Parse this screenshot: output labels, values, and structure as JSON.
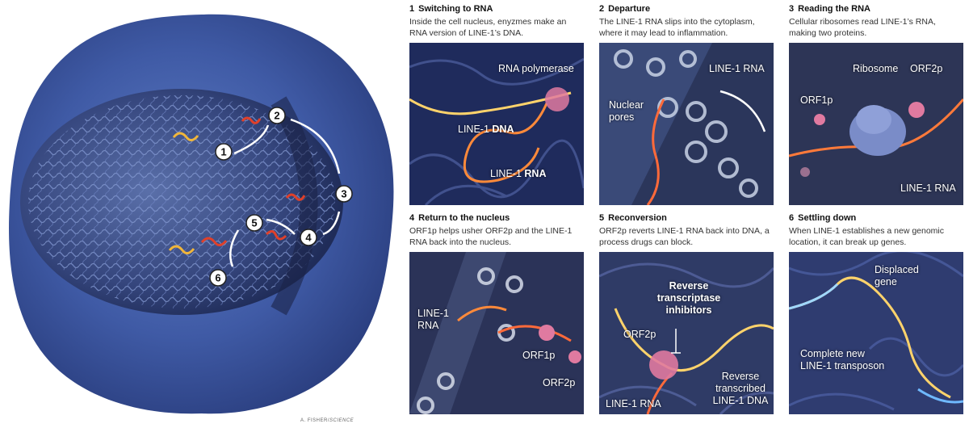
{
  "credit": {
    "author": "A. FISHER/",
    "source": "SCIENCE"
  },
  "cell_steps": [
    "1",
    "2",
    "3",
    "4",
    "5",
    "6"
  ],
  "panels": [
    {
      "num": "1",
      "title": "Switching to RNA",
      "desc": "Inside the cell nucleus, enyzmes make an RNA version of LINE-1’s DNA.",
      "labels": {
        "polymerase": "RNA polymerase",
        "dna_pre": "LINE-1 ",
        "dna_bold": "DNA",
        "rna_pre": "LINE-1 ",
        "rna_bold": "RNA"
      }
    },
    {
      "num": "2",
      "title": "Departure",
      "desc": "The LINE-1 RNA slips into the cytoplasm, where it may lead to inflammation.",
      "labels": {
        "rna": "LINE-1 RNA",
        "pores_1": "Nuclear",
        "pores_2": "pores"
      }
    },
    {
      "num": "3",
      "title": "Reading the RNA",
      "desc": "Cellular ribosomes read LINE-1’s RNA, making two proteins.",
      "labels": {
        "ribosome": "Ribosome",
        "orf2p": "ORF2p",
        "orf1p": "ORF1p",
        "rna": "LINE-1 RNA"
      }
    },
    {
      "num": "4",
      "title": "Return to the nucleus",
      "desc": "ORF1p helps usher ORF2p and the LINE-1 RNA back into the nucleus.",
      "labels": {
        "rna_1": "LINE-1",
        "rna_2": "RNA",
        "orf1p": "ORF1p",
        "orf2p": "ORF2p"
      }
    },
    {
      "num": "5",
      "title": "Reconversion",
      "desc": "ORF2p reverts LINE-1 RNA back into DNA, a process drugs can block.",
      "labels": {
        "inhib_1": "Reverse",
        "inhib_2": "transcriptase",
        "inhib_3": "inhibitors",
        "orf2p": "ORF2p",
        "rt_1": "Reverse",
        "rt_2": "transcribed",
        "rt_3": "LINE-1 DNA",
        "rna": "LINE-1 RNA"
      }
    },
    {
      "num": "6",
      "title": "Settling down",
      "desc": "When LINE-1 establishes a new genomic location, it can break up genes.",
      "labels": {
        "gene_1": "Displaced",
        "gene_2": "gene",
        "tr_1": "Complete new",
        "tr_2": "LINE-1 transposon"
      }
    }
  ]
}
